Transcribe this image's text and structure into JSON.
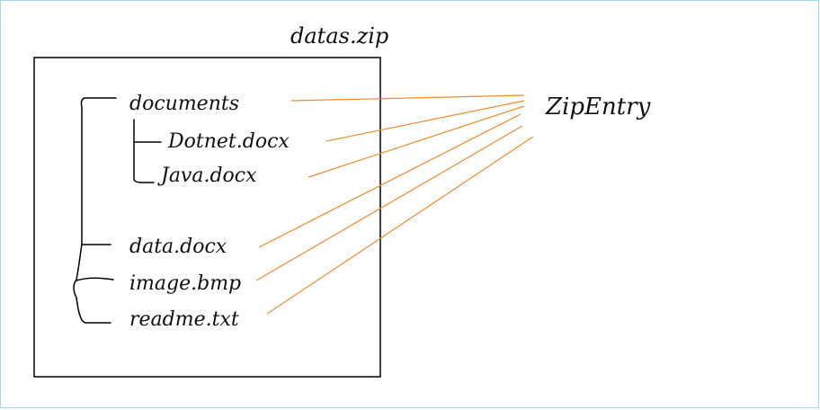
{
  "diagram": {
    "archive_name": "datas.zip",
    "entry_label": "ZipEntry",
    "connector_color": "#f08a2c",
    "frame_color": "#a9d6e5",
    "items": [
      {
        "name": "documents",
        "depth": 0
      },
      {
        "name": "Dotnet.docx",
        "depth": 1
      },
      {
        "name": "Java.docx",
        "depth": 1
      },
      {
        "name": "data.docx",
        "depth": 0
      },
      {
        "name": "image.bmp",
        "depth": 0
      },
      {
        "name": "readme.txt",
        "depth": 0
      }
    ]
  }
}
